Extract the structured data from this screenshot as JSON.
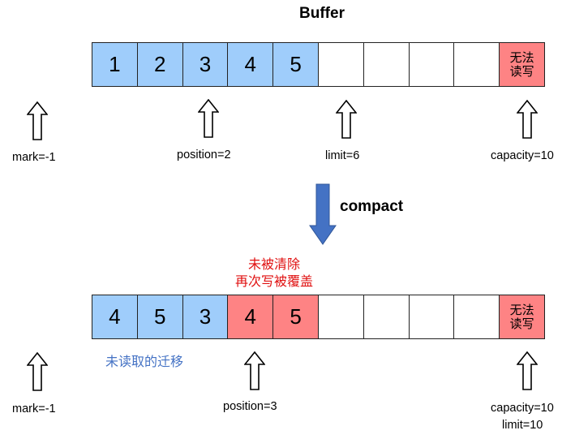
{
  "title": "Buffer",
  "top_buffer": {
    "cells": [
      {
        "text": "1",
        "state": "blue"
      },
      {
        "text": "2",
        "state": "blue"
      },
      {
        "text": "3",
        "state": "blue"
      },
      {
        "text": "4",
        "state": "blue"
      },
      {
        "text": "5",
        "state": "blue"
      },
      {
        "text": "",
        "state": "empty"
      },
      {
        "text": "",
        "state": "empty"
      },
      {
        "text": "",
        "state": "empty"
      },
      {
        "text": "",
        "state": "empty"
      },
      {
        "text": "无法\n读写",
        "state": "red"
      }
    ],
    "labels": {
      "mark": "mark=-1",
      "position": "position=2",
      "limit": "limit=6",
      "capacity": "capacity=10"
    }
  },
  "operation": "compact",
  "notes": {
    "uncleared_line1": "未被清除",
    "uncleared_line2": "再次写被覆盖",
    "migration": "未读取的迁移"
  },
  "bottom_buffer": {
    "cells": [
      {
        "text": "4",
        "state": "blue"
      },
      {
        "text": "5",
        "state": "blue"
      },
      {
        "text": "3",
        "state": "blue"
      },
      {
        "text": "4",
        "state": "red"
      },
      {
        "text": "5",
        "state": "red"
      },
      {
        "text": "",
        "state": "empty"
      },
      {
        "text": "",
        "state": "empty"
      },
      {
        "text": "",
        "state": "empty"
      },
      {
        "text": "",
        "state": "empty"
      },
      {
        "text": "无法\n读写",
        "state": "red"
      }
    ],
    "labels": {
      "mark": "mark=-1",
      "position": "position=3",
      "capacity": "capacity=10",
      "limit": "limit=10"
    }
  },
  "colors": {
    "unread": "#9fcdfb",
    "overwritable": "#fe8384",
    "compact_arrow": "#4472c4",
    "migration_note": "#4472c4",
    "uncleared_note": "#e01010"
  }
}
